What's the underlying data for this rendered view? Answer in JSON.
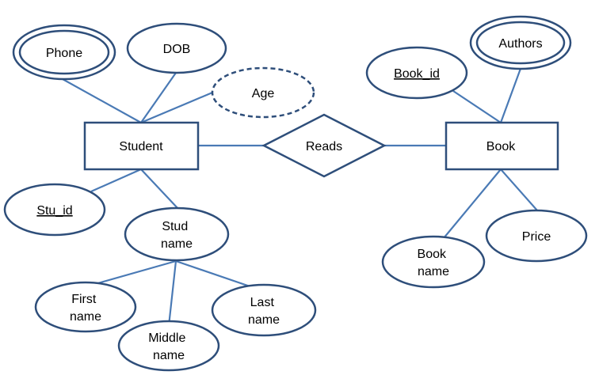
{
  "entities": {
    "student": "Student",
    "book": "Book"
  },
  "relationship": {
    "reads": "Reads"
  },
  "student_attributes": {
    "phone": "Phone",
    "dob": "DOB",
    "age": "Age",
    "stu_id": "Stu_id",
    "stud_name": [
      "Stud",
      "name"
    ],
    "first_name": [
      "First",
      "name"
    ],
    "middle_name": [
      "Middle",
      "name"
    ],
    "last_name": [
      "Last",
      "name"
    ]
  },
  "book_attributes": {
    "book_id": "Book_id",
    "authors": "Authors",
    "book_name": [
      "Book",
      "name"
    ],
    "price": "Price"
  },
  "colors": {
    "shape_stroke": "#2e4e7a",
    "connector": "#4a7ab5"
  }
}
